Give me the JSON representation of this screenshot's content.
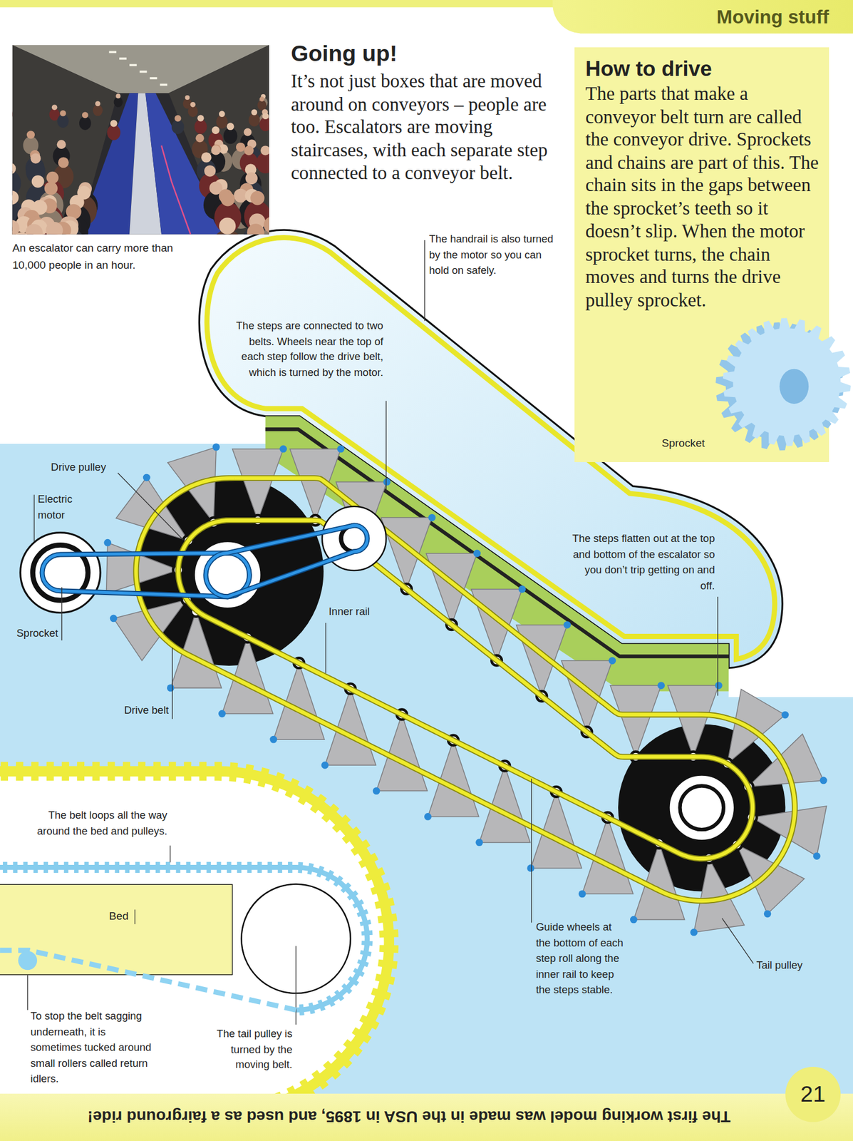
{
  "diagram": {
    "title": "Going up!",
    "caption": "An escalator can carry more than 10,000 people in an hour.",
    "nodes": [
      {
        "text": [
          "Moving stuff"
        ]
      },
      {
        "text": [
          "How to drive",
          "The parts that make a conveyor belt turn are called the conveyor drive. Sprockets and chains are part of this. The chain sits in the gaps between the sprocket’s teeth so it doesn’t slip. When the motor sprocket turns, the chain moves and turns the drive pulley sprocket.",
          "Sprocket"
        ]
      },
      {
        "text": [
          "Bed"
        ]
      },
      {
        "text": [
          "The first working model was made in the USA in 1895, and used as a fairground ride!"
        ]
      },
      {
        "text": [
          "21"
        ]
      }
    ],
    "labels": [
      "It’s not just boxes that are moved around on conveyors – people are too. Escalators are moving staircases, with each separate step connected to a conveyor belt.",
      "The handrail is also turned by the motor so you can hold on safely.",
      "The steps are connected to two belts. Wheels near the top of each step follow the drive belt, which is turned by the motor.",
      "Drive pulley",
      "Electric motor",
      "Sprocket",
      "Inner rail",
      "The steps flatten out at the top and bottom of the escalator so you don’t trip getting on and off.",
      "Drive belt",
      "The belt loops all the way around the bed and pulleys.",
      "Guide wheels at the bottom of each step roll along the inner rail to keep the steps stable.",
      "Tail pulley",
      "To stop the belt sagging underneath, it is sometimes tucked around small rollers called return idlers.",
      "The tail pulley is turned by the moving belt."
    ]
  }
}
